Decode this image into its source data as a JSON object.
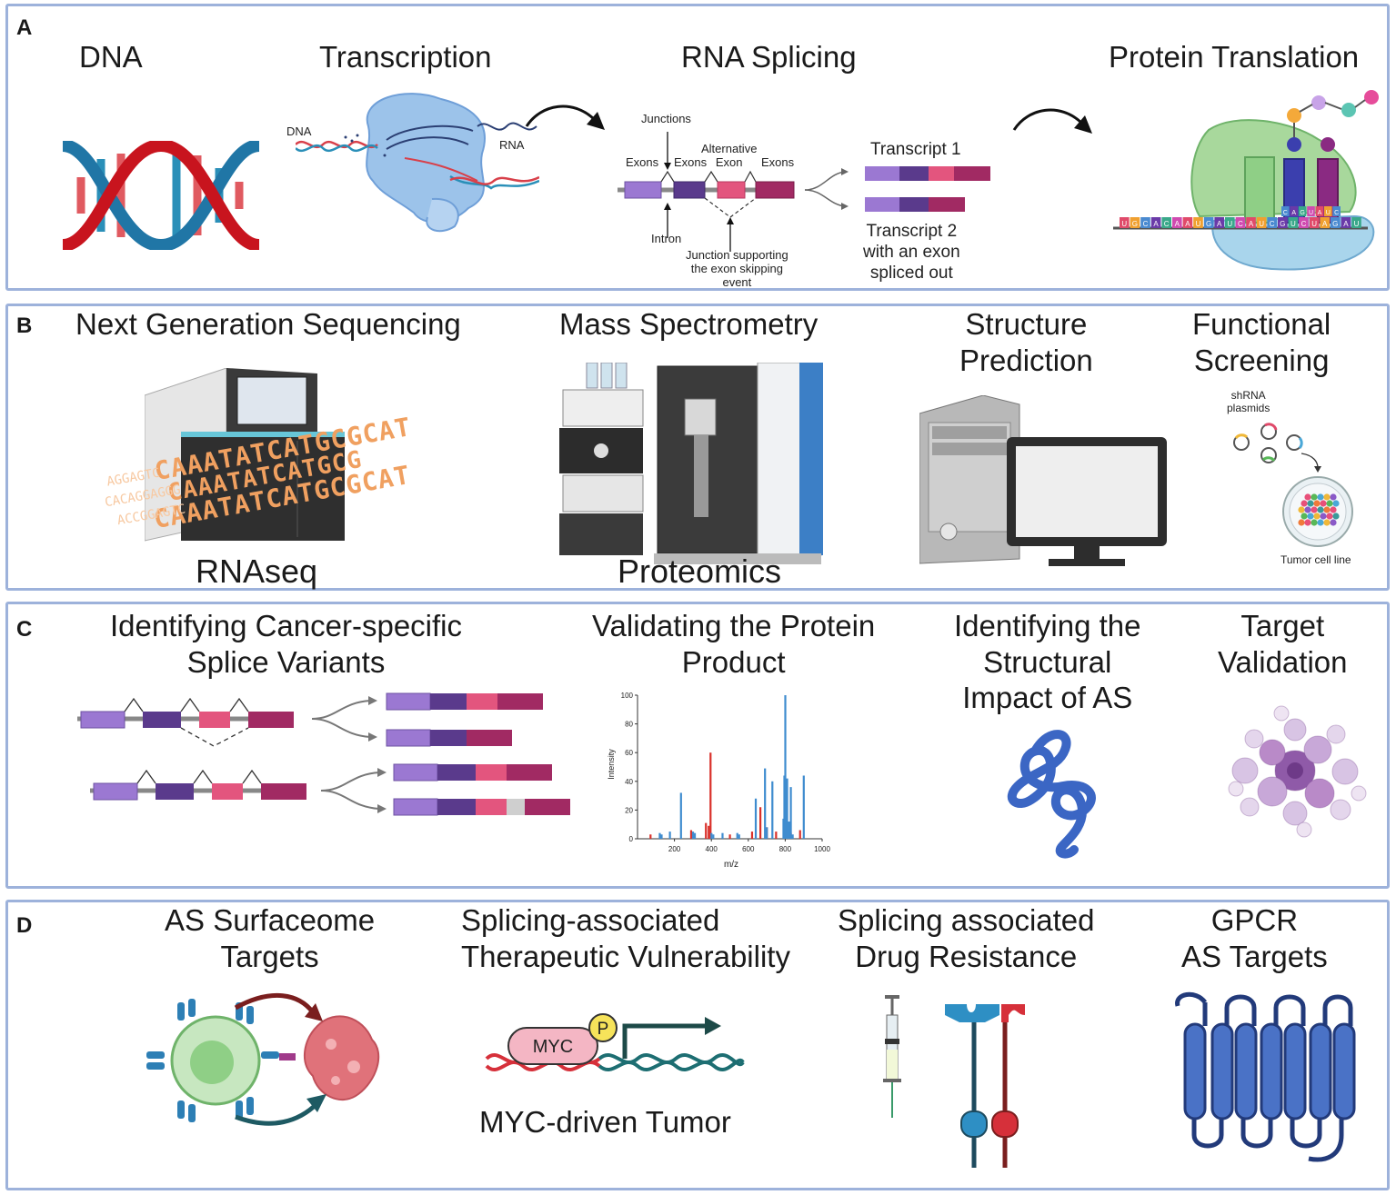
{
  "panels": {
    "a": {
      "label": "A",
      "titles": {
        "dna": "DNA",
        "transcription": "Transcription",
        "splicing": "RNA Splicing",
        "translation": "Protein Translation"
      },
      "transcription_labels": {
        "dna": "DNA",
        "rna": "RNA"
      },
      "splicing_labels": {
        "junctions": "Junctions",
        "exons_left": "Exons",
        "exons_mid": "Exons",
        "alternative_exon": "Alternative\nExon",
        "exons_right": "Exons",
        "intron": "Intron",
        "junction_skip": "Junction supporting\nthe exon skipping\nevent",
        "transcript1": "Transcript 1",
        "transcript2": "Transcript 2\nwith an exon\nspliced out"
      },
      "mrna_sequence": "UGCACAAUGAUCAUCGUCUAGAU",
      "trna_anticodons": "CAGUAUC"
    },
    "b": {
      "label": "B",
      "titles": {
        "ngs": "Next Generation Sequencing",
        "ms": "Mass Spectrometry",
        "structure": "Structure\nPrediction",
        "functional": "Functional\nScreening"
      },
      "rnaseq": "RNAseq",
      "proteomics": "Proteomics",
      "seq_lines": [
        "CAAATATCATGCGCAT",
        "CAAATATCATGCG",
        "CAAATATCATGCGCAT"
      ],
      "seq_faded": [
        "AGGAGTC",
        "CACAGGAGGG",
        "ACCGGAGTC"
      ],
      "shrna": "shRNA\nplasmids",
      "tumor_line": "Tumor cell line"
    },
    "c": {
      "label": "C",
      "titles": {
        "variants": "Identifying Cancer-specific\nSplice Variants",
        "validating": "Validating the Protein\nProduct",
        "structural": "Identifying the\nStructural\nImpact of AS",
        "target": "Target\nValidation"
      }
    },
    "d": {
      "label": "D",
      "titles": {
        "surfaceome": "AS Surfaceome\nTargets",
        "vulnerability": "Splicing-associated\nTherapeutic Vulnerability",
        "resistance": "Splicing associated\nDrug Resistance",
        "gpcr": "GPCR\nAS Targets"
      },
      "myc": "MYC",
      "phospho": "P",
      "myc_tumor": "MYC-driven Tumor"
    }
  },
  "colors": {
    "exon_light": "#9b78d2",
    "exon_dark": "#5a3a8c",
    "exon_pink": "#e3557e",
    "exon_maroon": "#a12a63",
    "panel_border": "#9db2db",
    "ms_red": "#d9302a",
    "ms_blue": "#3f8ccf",
    "dna_red": "#c8141e",
    "dna_blue": "#2076a6"
  },
  "chart_data": {
    "type": "bar",
    "title": "",
    "xlabel": "m/z",
    "ylabel": "Intensity",
    "xlim": [
      0,
      1000
    ],
    "ylim": [
      0,
      100
    ],
    "xticks": [
      200,
      400,
      600,
      800,
      1000
    ],
    "yticks": [
      0,
      20,
      40,
      60,
      80,
      100
    ],
    "series": [
      {
        "color": "#d9302a",
        "x": [
          70,
          290,
          370,
          385,
          395,
          500,
          620,
          665,
          700,
          750,
          800,
          830,
          880
        ],
        "y": [
          3,
          6,
          11,
          9,
          60,
          3,
          5,
          22,
          8,
          5,
          7,
          4,
          6
        ]
      },
      {
        "color": "#3f8ccf",
        "x": [
          120,
          130,
          175,
          235,
          300,
          310,
          400,
          410,
          460,
          540,
          550,
          640,
          690,
          700,
          730,
          790,
          795,
          800,
          810,
          820,
          830,
          840,
          900
        ],
        "y": [
          4,
          3,
          5,
          32,
          5,
          4,
          4,
          3,
          4,
          4,
          3,
          28,
          49,
          8,
          40,
          14,
          44,
          100,
          42,
          12,
          36,
          3,
          44
        ]
      }
    ]
  }
}
